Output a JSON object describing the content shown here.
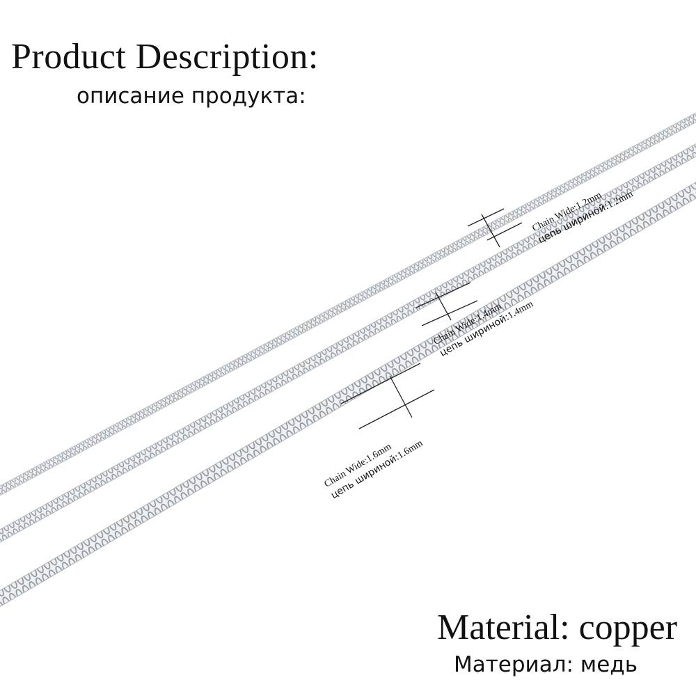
{
  "header": {
    "title_en": "Product Description:",
    "title_ru": "описание продукта:"
  },
  "chains": [
    {
      "label_en": "Chain Wide:",
      "value_en": "1.2mm",
      "label_ru": "цепь шириной:",
      "value_ru": "1.2mm"
    },
    {
      "label_en": "Chain Wide:",
      "value_en": "1.4mm",
      "label_ru": "цепь шириной:",
      "value_ru": "1.4mm"
    },
    {
      "label_en": "Chain Wide:",
      "value_en": "1.6mm",
      "label_ru": "цепь шириной:",
      "value_ru": "1.6mm"
    }
  ],
  "footer": {
    "material_en": "Material: copper",
    "material_ru": "Материал: медь"
  },
  "colors": {
    "background": "#ffffff",
    "text": "#111111",
    "chain_dark": "#8a8f95",
    "chain_light": "#f2f3f4"
  }
}
